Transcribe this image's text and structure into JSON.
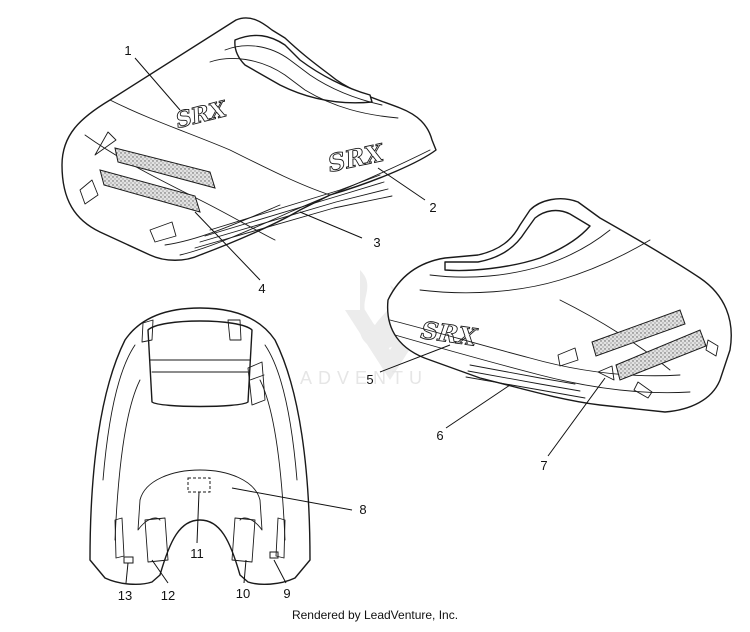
{
  "callouts": [
    "1",
    "2",
    "3",
    "4",
    "5",
    "6",
    "7",
    "8",
    "9",
    "10",
    "11",
    "12",
    "13"
  ],
  "footer_text": "Rendered by LeadVenture, Inc.",
  "watermark_text": "ADVENTU",
  "logo_text": "SRX",
  "colors": {
    "line": "#1a1a1a",
    "background": "#ffffff",
    "watermark": "#e6e6e6",
    "vent_fill": "#cfcfcf"
  }
}
